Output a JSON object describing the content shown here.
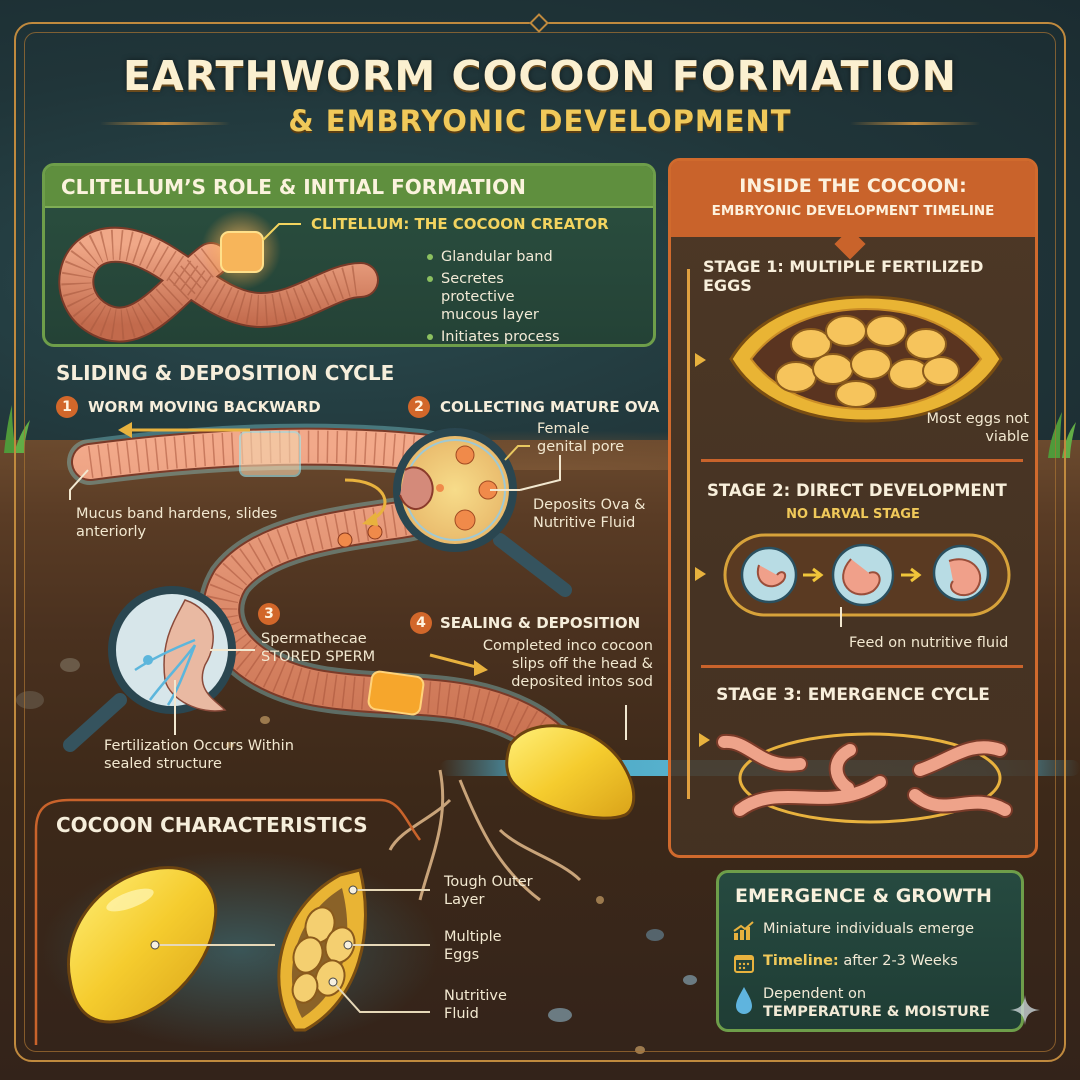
{
  "header": {
    "title": "EARTHWORM COCOON FORMATION",
    "subtitle": "& EMBRYONIC DEVELOPMENT"
  },
  "clitellum": {
    "heading": "CLITELLUM’S ROLE & INITIAL FORMATION",
    "callout": "CLITELLUM: THE COCOON CREATOR",
    "bullets": [
      "Glandular band",
      "Secretes protective mucous layer",
      "Initiates process"
    ]
  },
  "cycle": {
    "heading": "SLIDING & DEPOSITION CYCLE",
    "steps": [
      {
        "number": "1",
        "label": "WORM MOVING BACKWARD",
        "note": "Mucus band hardens, slides anteriorly"
      },
      {
        "number": "2",
        "label": "COLLECTING MATURE OVA",
        "note_top": "Female genital pore",
        "note": "Deposits Ova & Nutritive Fluid"
      },
      {
        "number": "3",
        "label": "Spermathecae",
        "label2": "STORED SPERM",
        "note": "Fertilization Occurs Within sealed structure"
      },
      {
        "number": "4",
        "label": "SEALING & DEPOSITION",
        "note": "Completed inco cocoon slips off the head & deposited intos sod"
      }
    ]
  },
  "timeline": {
    "heading": "INSIDE THE COCOON:",
    "subheading": "EMBRYONIC DEVELOPMENT TIMELINE",
    "stages": [
      {
        "label": "STAGE 1: MULTIPLE FERTILIZED EGGS",
        "note": "Most eggs not viable"
      },
      {
        "label": "STAGE 2: DIRECT DEVELOPMENT",
        "sub": "NO LARVAL STAGE",
        "note": "Feed on nutritive fluid"
      },
      {
        "label": "STAGE 3: EMERGENCE CYCLE"
      }
    ]
  },
  "cocoon": {
    "heading": "COCOON CHARACTERISTICS",
    "labels": [
      "Tough Outer Layer",
      "Multiple Eggs",
      "Nutritive Fluid"
    ]
  },
  "emergence": {
    "heading": "EMERGENCE & GROWTH",
    "rows": [
      {
        "icon": "growth-chart-icon",
        "text": "Miniature individuals emerge"
      },
      {
        "icon": "calendar-icon",
        "strong": "Timeline:",
        "text": "after 2-3 Weeks"
      },
      {
        "icon": "water-drop-icon",
        "text": "Dependent on",
        "bold": "TEMPERATURE & MOISTURE"
      }
    ]
  },
  "colors": {
    "background": "#1f3237",
    "frame": "#c08a3e",
    "green_panel": "#5f8f3e",
    "orange_panel": "#c9632b",
    "title_gold": "#f0c95a",
    "worm": "#d98a6c",
    "cocoon": "#f2c53a"
  }
}
